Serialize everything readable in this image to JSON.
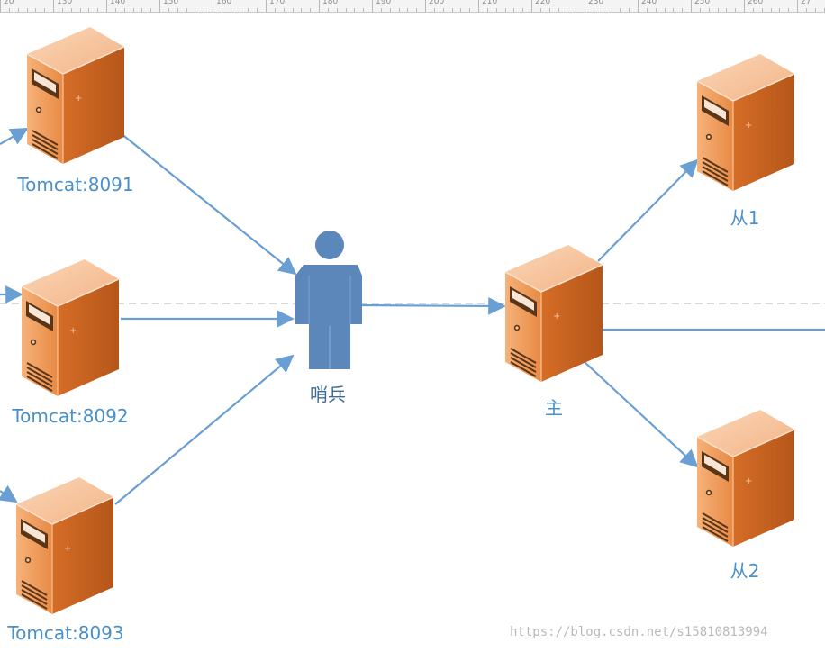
{
  "colors": {
    "connector": "#6a9fd4",
    "guide_line": "#c9c9c9",
    "label_text": "#4a90c8",
    "server_front": "#f0a060",
    "server_side": "#c85f1c",
    "server_top": "#f8c6a0",
    "person": "#5b87ba"
  },
  "ruler": {
    "labels": [
      "20",
      "130",
      "140",
      "150",
      "160",
      "170",
      "180",
      "190",
      "200",
      "210",
      "220",
      "230",
      "240",
      "250",
      "260",
      "27"
    ]
  },
  "nodes": {
    "tomcat1": {
      "label": "Tomcat:8091",
      "icon": "server-icon"
    },
    "tomcat2": {
      "label": "Tomcat:8092",
      "icon": "server-icon"
    },
    "tomcat3": {
      "label": "Tomcat:8093",
      "icon": "server-icon"
    },
    "sentinel": {
      "label": "哨兵",
      "icon": "person-icon"
    },
    "master": {
      "label": "主",
      "icon": "server-icon"
    },
    "slave1": {
      "label": "从1",
      "icon": "server-icon"
    },
    "slave2": {
      "label": "从2",
      "icon": "server-icon"
    }
  },
  "edges": [
    {
      "from": "tomcat1",
      "to": "sentinel"
    },
    {
      "from": "tomcat2",
      "to": "sentinel"
    },
    {
      "from": "tomcat3",
      "to": "sentinel"
    },
    {
      "from": "sentinel",
      "to": "master"
    },
    {
      "from": "master",
      "to": "slave1"
    },
    {
      "from": "master",
      "to": "slave2"
    }
  ],
  "watermark": "https://blog.csdn.net/s15810813994"
}
